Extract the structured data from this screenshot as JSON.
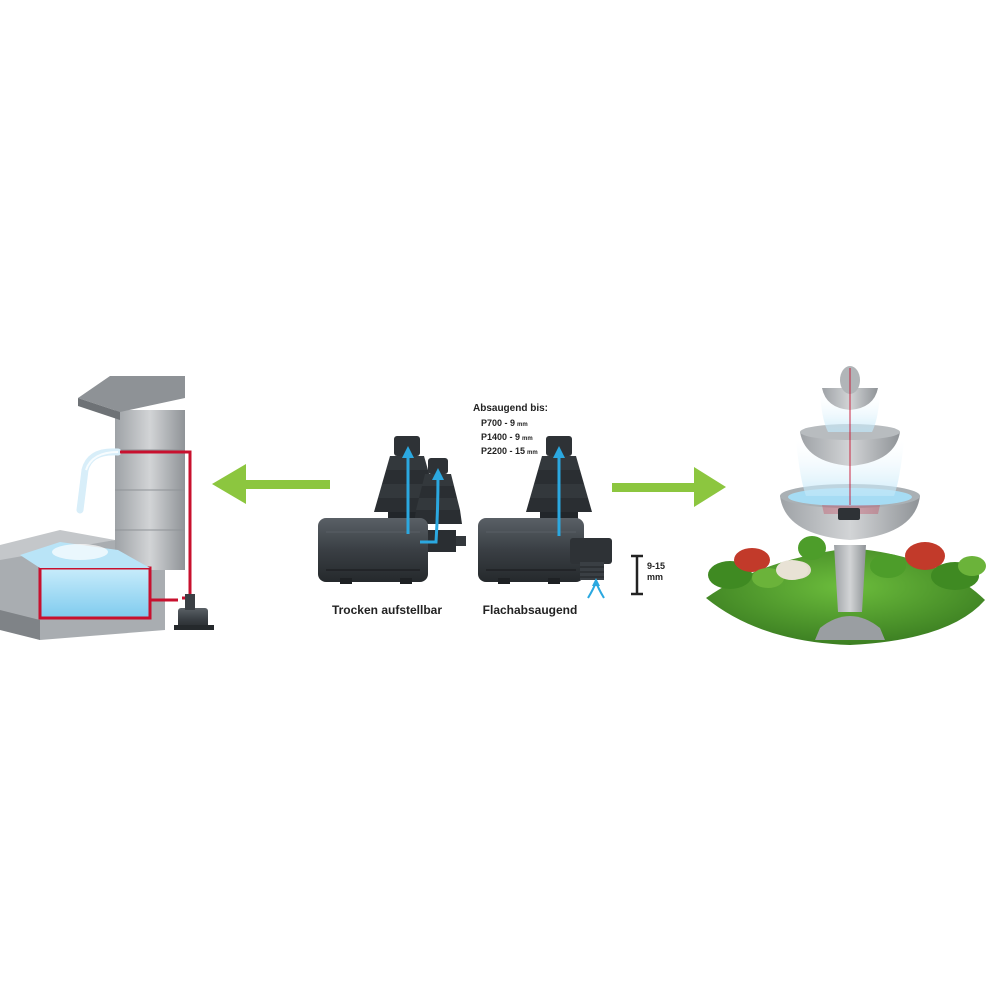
{
  "suction_info": {
    "heading": "Absaugend bis:",
    "models": [
      {
        "model": "P700",
        "value": "9",
        "unit": "mm"
      },
      {
        "model": "P1400",
        "value": "9",
        "unit": "mm"
      },
      {
        "model": "P2200",
        "value": "15",
        "unit": "mm"
      }
    ]
  },
  "pump_dry": {
    "caption": "Trocken aufstellbar"
  },
  "pump_flat": {
    "caption": "Flachabsaugend"
  },
  "depth_marker": {
    "range": "9-15",
    "unit": "mm"
  },
  "colors": {
    "arrow": "#8cc63f",
    "water": "#9fd9f5",
    "hose": "#c8102e",
    "flow": "#2ba8e0",
    "pump_body": "#3d4247",
    "stone": "#b6b9bc",
    "grass": "#4e9a2c"
  },
  "icons": [
    "arrow-left-icon",
    "arrow-right-icon",
    "inlet-arrows-icon",
    "flow-arrow-icon"
  ]
}
